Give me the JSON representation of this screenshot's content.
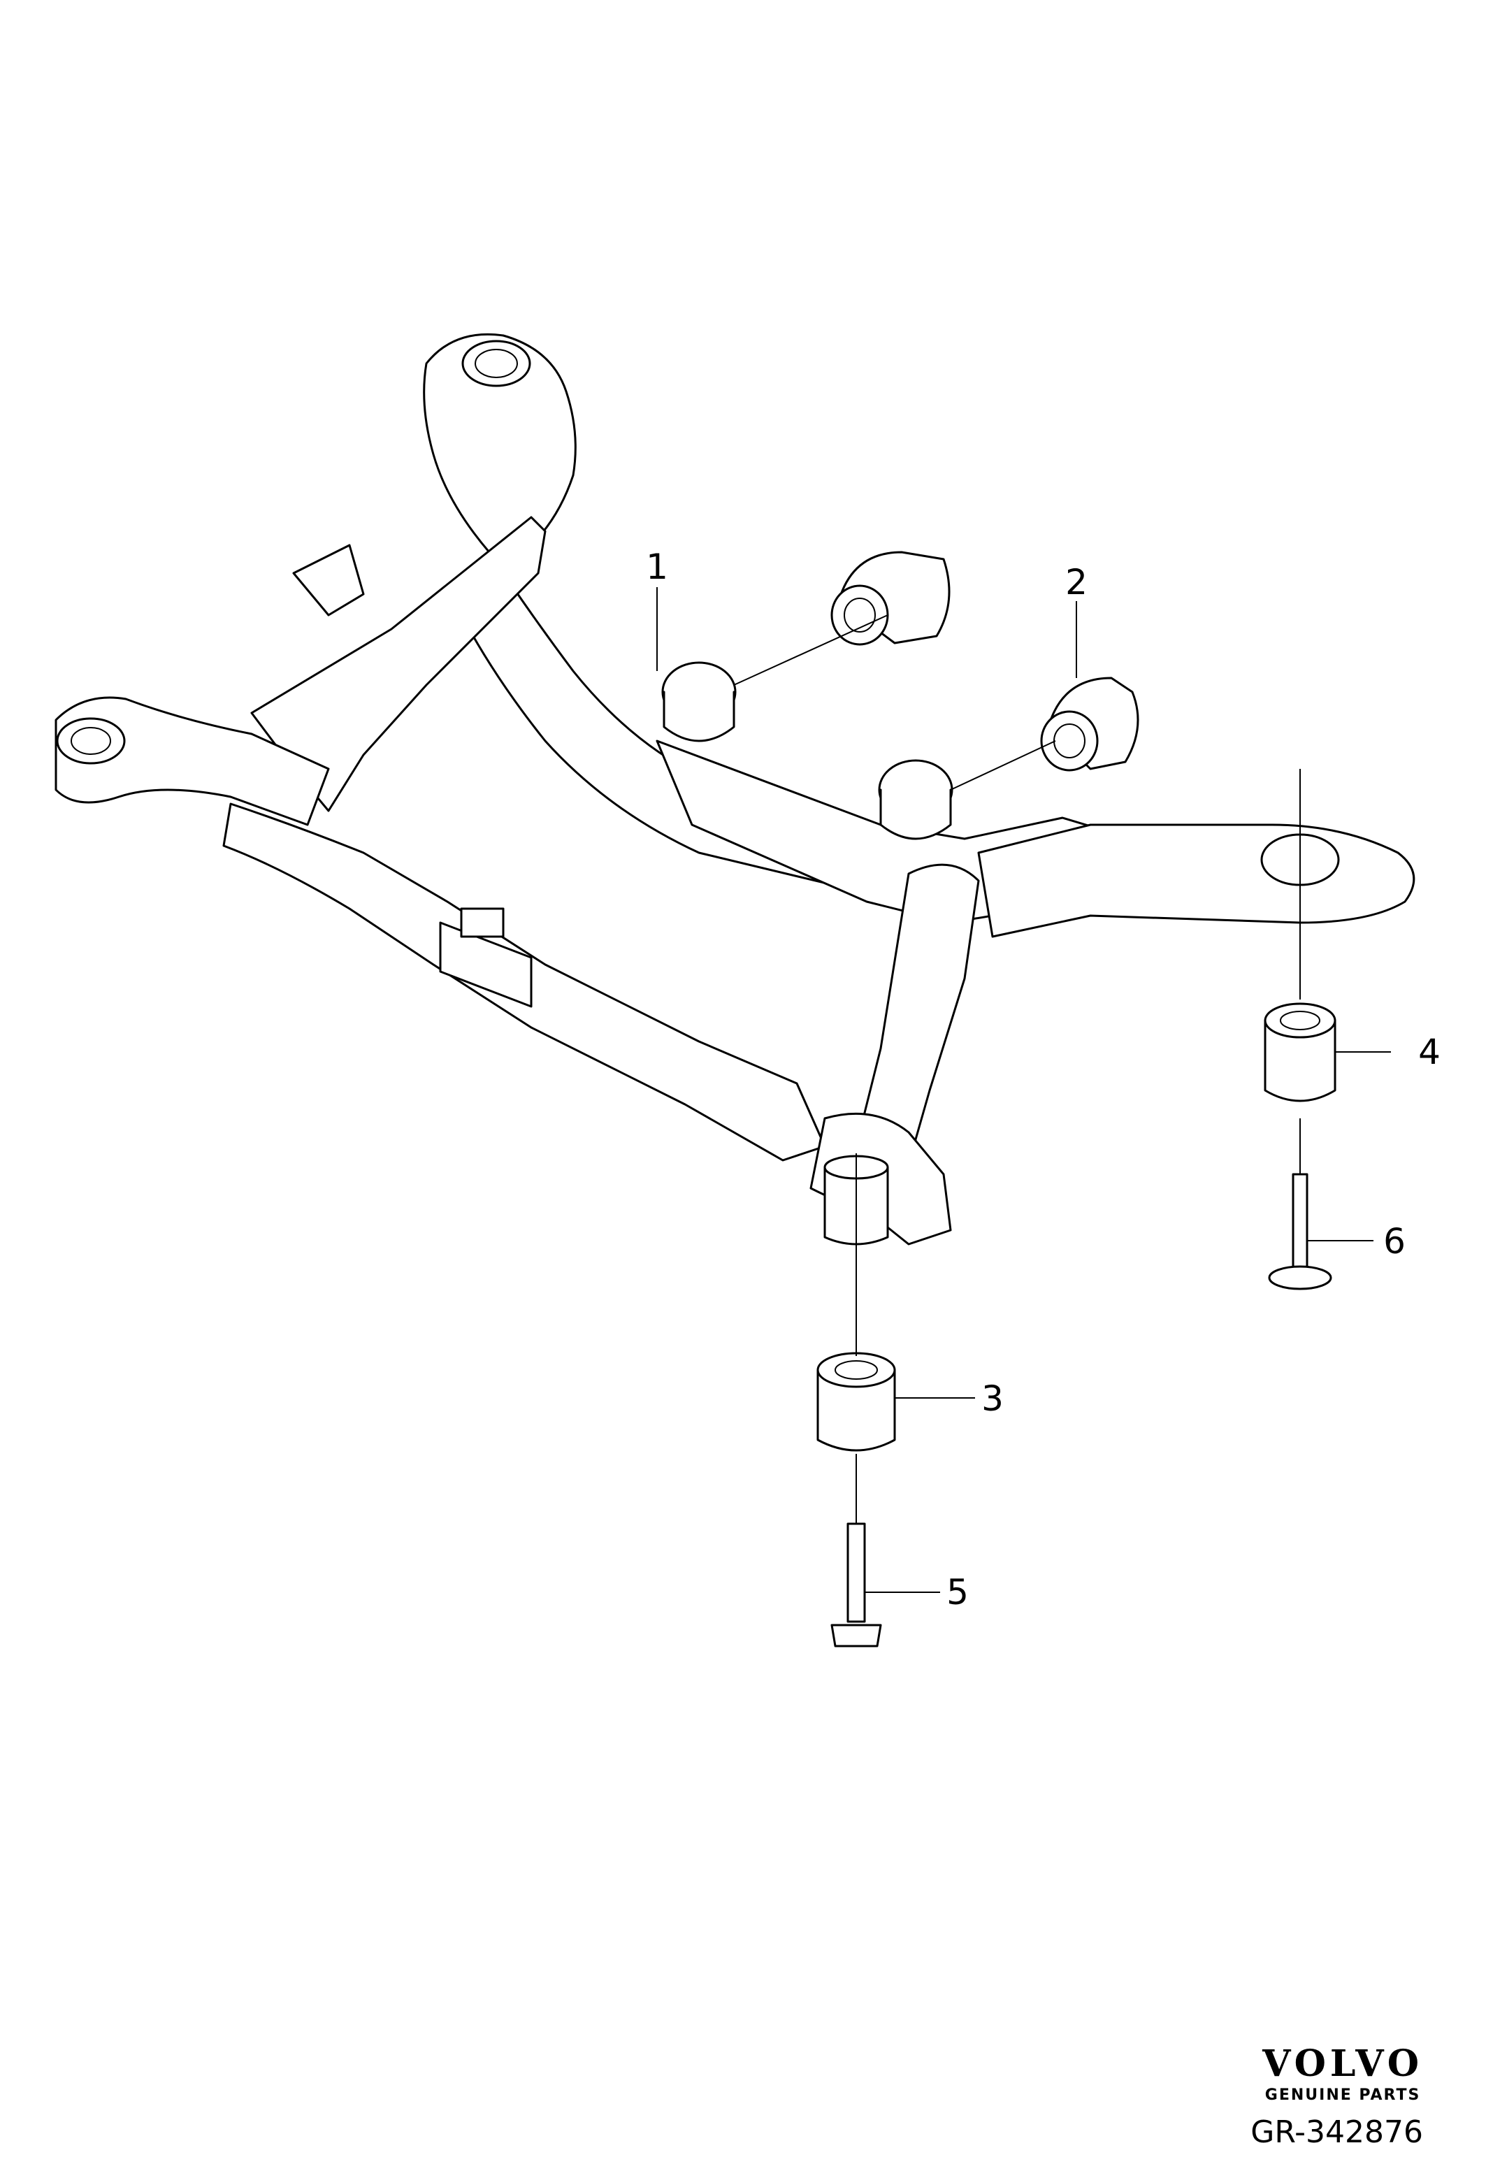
{
  "diagram": {
    "callouts": [
      "1",
      "2",
      "3",
      "4",
      "5",
      "6"
    ],
    "parts": [
      {
        "id": "1",
        "name": "front-lower-bushing-left"
      },
      {
        "id": "2",
        "name": "front-lower-bushing-right"
      },
      {
        "id": "3",
        "name": "rear-mount-bushing-left"
      },
      {
        "id": "4",
        "name": "rear-mount-bushing-right"
      },
      {
        "id": "5",
        "name": "mounting-bolt-left"
      },
      {
        "id": "6",
        "name": "mounting-bolt-right"
      }
    ]
  },
  "brand": {
    "logo_text": "VOLVO",
    "subtitle": "GENUINE PARTS",
    "reference": "GR-342876"
  },
  "colors": {
    "line": "#000000",
    "background": "#ffffff"
  }
}
